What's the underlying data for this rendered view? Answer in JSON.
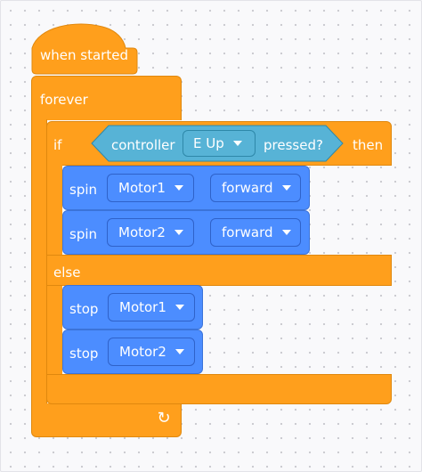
{
  "hat": {
    "label": "when started"
  },
  "forever": {
    "label": "forever"
  },
  "if_block": {
    "if_label": "if",
    "then_label": "then",
    "else_label": "else",
    "condition": {
      "prefix": "controller",
      "button": "E Up",
      "suffix": "pressed?"
    }
  },
  "then_branch": [
    {
      "verb": "spin",
      "motor": "Motor1",
      "direction": "forward"
    },
    {
      "verb": "spin",
      "motor": "Motor2",
      "direction": "forward"
    }
  ],
  "else_branch": [
    {
      "verb": "stop",
      "motor": "Motor1"
    },
    {
      "verb": "stop",
      "motor": "Motor2"
    }
  ],
  "colors": {
    "events": "#ff9f1c",
    "motion": "#4c8dff",
    "sensing": "#57b3d6",
    "canvas": "#f9f9fb"
  },
  "icons": {
    "loop": "loop-arrow-icon",
    "dropdown": "chevron-down-icon"
  }
}
